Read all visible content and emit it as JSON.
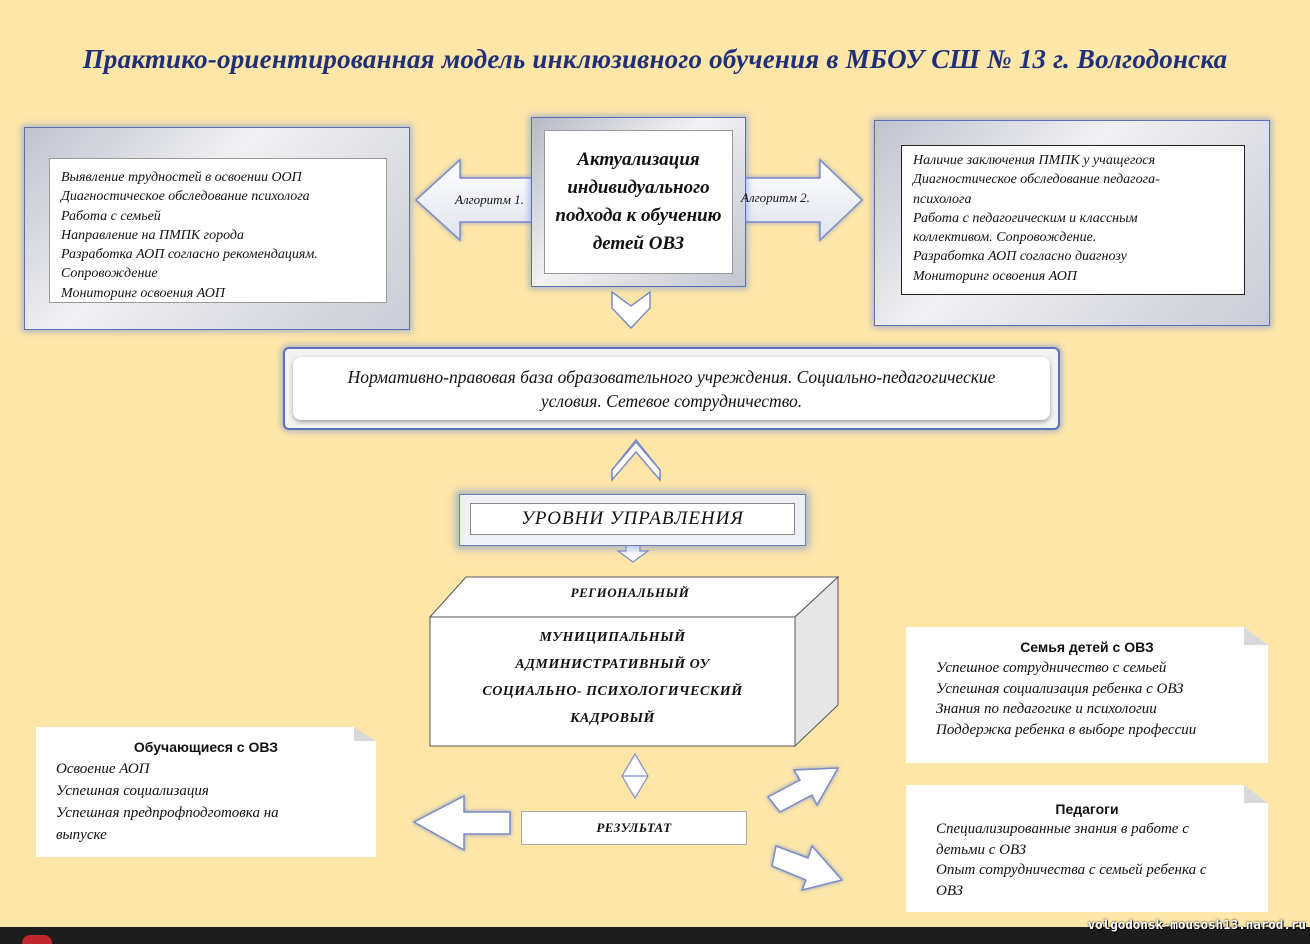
{
  "title": "Практико-ориентированная модель инклюзивного обучения в МБОУ СШ № 13 г. Волгодонска",
  "left_box": {
    "lines": [
      "Выявление трудностей в освоении ООП",
      "Диагностическое обследование психолога",
      "Работа с семьей",
      "Направление на ПМПК города",
      "Разработка АОП согласно рекомендациям.",
      "Сопровождение",
      "Мониторинг освоения АОП"
    ]
  },
  "center_box": {
    "lines": [
      "Актуализация",
      "индивидуального",
      "подхода к обучению",
      "детей ОВЗ"
    ]
  },
  "algo1_label": "Алгоритм 1.",
  "algo2_label": "Алгоритм 2.",
  "right_box": {
    "lines": [
      "Наличие заключения ПМПК у учащегося",
      "Диагностическое обследование педагога-",
      "психолога",
      "Работа с педагогическим и классным",
      "коллективом. Сопровождение.",
      "Разработка АОП согласно диагнозу",
      "Мониторинг освоения АОП"
    ]
  },
  "normative": {
    "line1": "Нормативно-правовая база образовательного учреждения. Социально-педагогические",
    "line2": "условия. Сетевое сотрудничество."
  },
  "levels_title": "УРОВНИ  УПРАВЛЕНИЯ",
  "cube": {
    "top_label": "РЕГИОНАЛЬНЫЙ",
    "lines": [
      "МУНИЦИПАЛЬНЫЙ",
      "АДМИНИСТРАТИВНЫЙ ОУ",
      "СОЦИАЛЬНО- ПСИХОЛОГИЧЕСКИЙ",
      "КАДРОВЫЙ"
    ]
  },
  "result_label": "РЕЗУЛЬТАТ",
  "students": {
    "title": "Обучающиеся с ОВЗ",
    "lines": [
      "Освоение АОП",
      "Успешная социализация",
      "Успешная предпрофподготовка на",
      "выпуске"
    ]
  },
  "family": {
    "title": "Семья детей с ОВЗ",
    "lines": [
      "Успешное сотрудничество с семьей",
      "Успешная социализация ребенка с ОВЗ",
      "Знания по педагогике и психологии",
      "Поддержка ребенка в выборе профессии"
    ]
  },
  "teachers": {
    "title": "Педагоги",
    "lines": [
      "Специализированные  знания  в  работе  с",
      "детьми  с ОВЗ",
      "Опыт  сотрудничества  с семьей ребенка  с",
      "ОВЗ"
    ]
  },
  "footer_url": "volgodonsk-mousosh13.narod.ru",
  "colors": {
    "background": "#fde6a8",
    "title": "#1f2f7a",
    "frame_blue": "#5a6fb5",
    "footer": "#1d1d1d"
  }
}
